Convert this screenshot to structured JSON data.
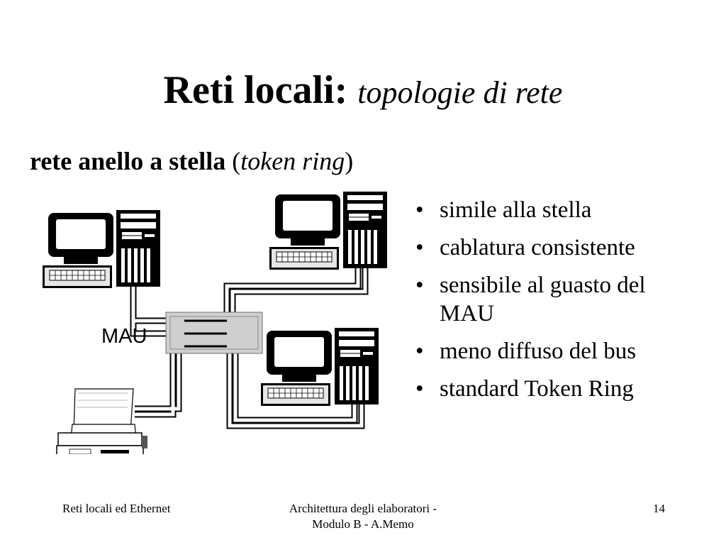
{
  "title": {
    "main": "Reti locali:",
    "sub": "topologie di rete"
  },
  "subtitle": {
    "bold": "rete anello a stella",
    "open": " (",
    "italic": "token ring",
    "close": ")"
  },
  "diagram": {
    "mau_label": "MAU",
    "icons": [
      "workstation-icon",
      "printer-icon",
      "mau-hub-icon"
    ]
  },
  "bullets": [
    "simile alla stella",
    "cablatura consistente",
    "sensibile al guasto del MAU",
    "meno diffuso del bus",
    "standard Token Ring"
  ],
  "footer": {
    "left": "Reti locali ed Ethernet",
    "middle_line1": "Architettura degli elaboratori -",
    "middle_line2": "Modulo B - A.Memo",
    "right": "14"
  }
}
